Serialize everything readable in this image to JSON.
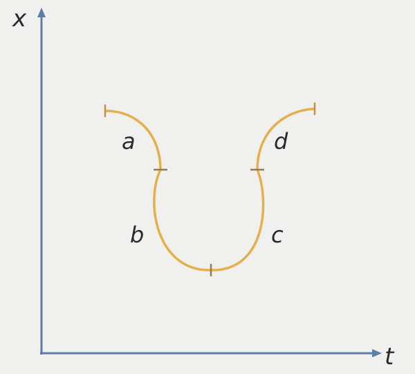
{
  "axes": {
    "y_label": "x",
    "x_label": "t",
    "axis_color": "#5b7fa8"
  },
  "curve": {
    "color": "#e3b04b",
    "segments": [
      {
        "label": "a"
      },
      {
        "label": "b"
      },
      {
        "label": "c"
      },
      {
        "label": "d"
      }
    ]
  }
}
